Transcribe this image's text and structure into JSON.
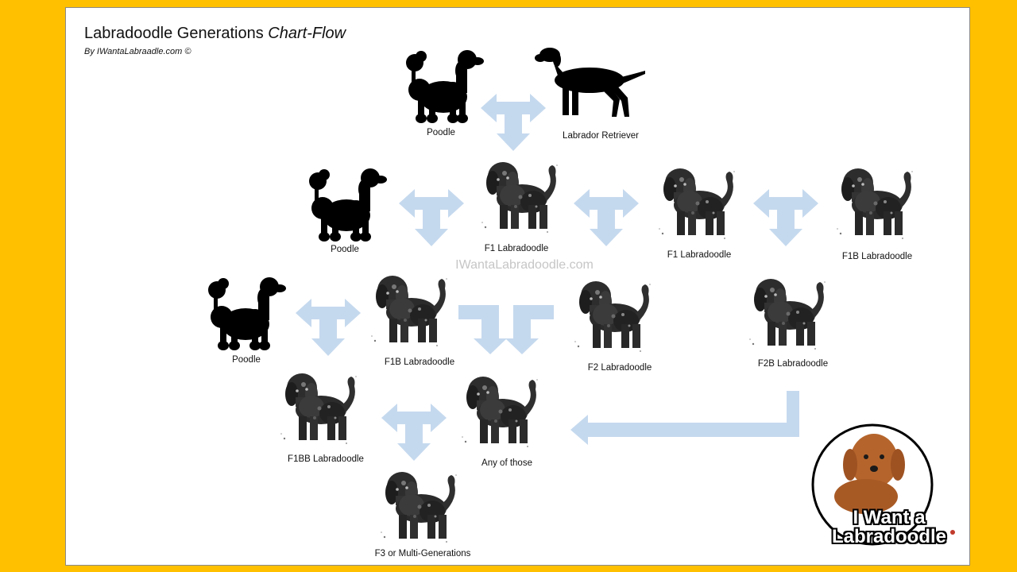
{
  "title": {
    "main": "Labradoodle Generations ",
    "italic": "Chart-Flow"
  },
  "byline": "By IWantaLabraadle.com ©",
  "watermark": "IWantaLabradoodle.com",
  "labels": {
    "poodle_top": "Poodle",
    "lab": "Labrador Retriever",
    "poodle_mid": "Poodle",
    "f1_a": "F1 Labradoodle",
    "f1_b": "F1 Labradoodle",
    "f1b_right": "F1B Labradoodle",
    "poodle_low": "Poodle",
    "f1b_mid": "F1B Labradoodle",
    "f2": "F2 Labradoodle",
    "f2b": "F2B Labradoodle",
    "f1bb": "F1BB Labradoodle",
    "any": "Any of those",
    "f3": "F3 or Multi-Generations"
  },
  "logo": {
    "line1": "I Want a",
    "line2": "Labradoodle"
  },
  "icons": {
    "poodle": "poodle-silhouette-icon",
    "lab": "labrador-silhouette-icon",
    "doodle": "labradoodle-watercolor-icon",
    "arrow": "t-arrow-icon"
  },
  "colors": {
    "background": "#FFC000",
    "arrow": "#C5D9EE",
    "silhouette": "#000000"
  }
}
